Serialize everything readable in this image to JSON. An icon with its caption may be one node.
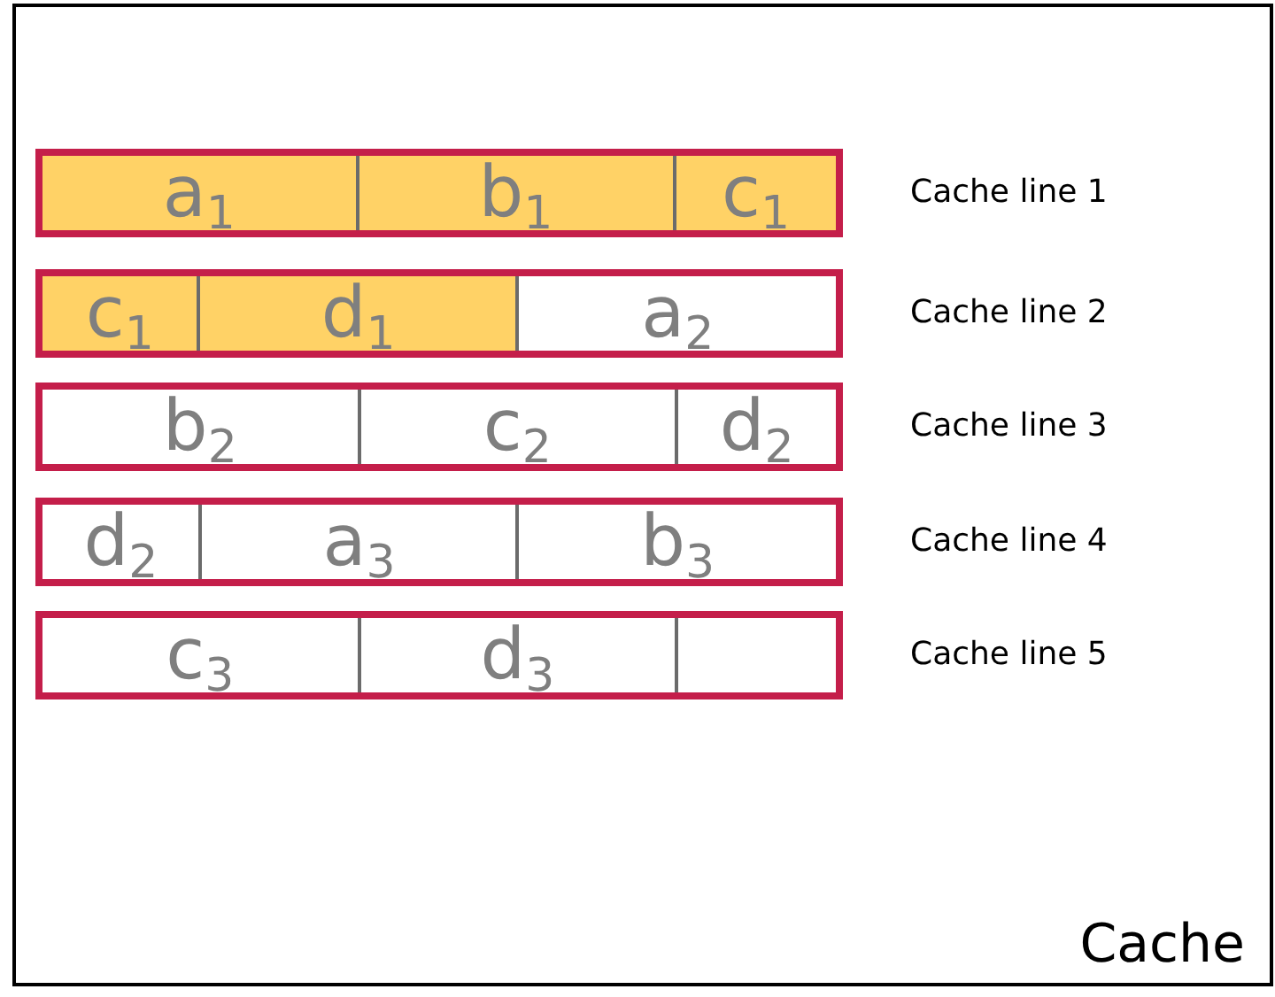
{
  "diagram": {
    "nodes": [
      {
        "text": [
          "Cache"
        ]
      },
      {
        "text": [],
        "shape": "bar",
        "in": 0,
        "beside": [
          "Cache line 1"
        ]
      },
      {
        "text": [
          "a$_{1}$"
        ],
        "in": 1
      },
      {
        "text": [
          "b$_{1}$"
        ],
        "in": 1
      },
      {
        "text": [
          "c$_{1}$"
        ],
        "in": 1
      },
      {
        "text": [],
        "shape": "bar",
        "in": 0,
        "beside": [
          "Cache line 2"
        ]
      },
      {
        "text": [
          "c$_{1}$"
        ],
        "in": 5
      },
      {
        "text": [
          "d$_{1}$"
        ],
        "in": 5
      },
      {
        "text": [
          "a$_{2}$"
        ],
        "in": 5
      },
      {
        "text": [],
        "shape": "bar",
        "in": 0,
        "beside": [
          "Cache line 3"
        ]
      },
      {
        "text": [
          "b$_{2}$"
        ],
        "in": 9
      },
      {
        "text": [
          "c$_{2}$"
        ],
        "in": 9
      },
      {
        "text": [
          "d$_{2}$"
        ],
        "in": 9
      },
      {
        "text": [],
        "shape": "bar",
        "in": 0,
        "beside": [
          "Cache line 4"
        ]
      },
      {
        "text": [
          "d$_{2}$"
        ],
        "in": 13
      },
      {
        "text": [
          "a$_{3}$"
        ],
        "in": 13
      },
      {
        "text": [
          "b$_{3}$"
        ],
        "in": 13
      },
      {
        "text": [],
        "shape": "bar",
        "in": 0,
        "beside": [
          "Cache line 5"
        ]
      },
      {
        "text": [
          "c$_{3}$"
        ],
        "in": 17
      },
      {
        "text": [
          "d$_{3}$"
        ],
        "in": 17
      },
      {
        "text": [],
        "shape": "box",
        "in": 17
      }
    ]
  }
}
